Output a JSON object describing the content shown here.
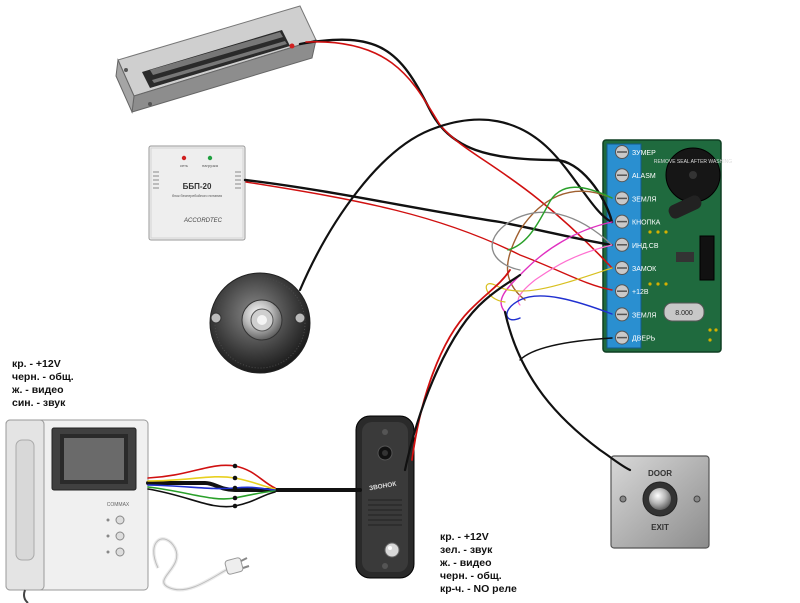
{
  "psu": {
    "model": "ББП-20",
    "led_left": "сеть",
    "led_right": "нагрузка",
    "small_text": "блок бесперебойного питания",
    "brand": "ACCORDTEC"
  },
  "controller": {
    "terminals": [
      "ЗУМЕР",
      "ALASM",
      "ЗЕМЛЯ",
      "КНОПКА",
      "ИНД.СВ",
      "ЗАМОК",
      "+12В",
      "ЗЕМЛЯ",
      "ДВЕРЬ"
    ],
    "buzzer_label": "REMOVE SEAL AFTER WASHING",
    "crystal_label": "8.000"
  },
  "intercom": {
    "brand": "COMMAX",
    "legend": [
      "кр. - +12V",
      "черн. - общ.",
      "ж. - видео",
      "син. - звук"
    ]
  },
  "call_panel": {
    "label": "ЗВОНОК",
    "legend": [
      "кр. - +12V",
      "зел. - звук",
      "ж. - видео",
      "черн. - общ.",
      "кр-ч. - NO реле"
    ]
  },
  "exit_button": {
    "top_label": "DOOR",
    "bottom_label": "EXIT"
  },
  "colors": {
    "red": "#e01010",
    "black": "#111111",
    "yellow": "#e8d020",
    "green": "#2aa02a",
    "blue": "#2030d0",
    "magenta": "#e030c0",
    "pink": "#ff70d0",
    "brown": "#a06030",
    "gray": "#909090",
    "board": "#1f6a3e"
  }
}
